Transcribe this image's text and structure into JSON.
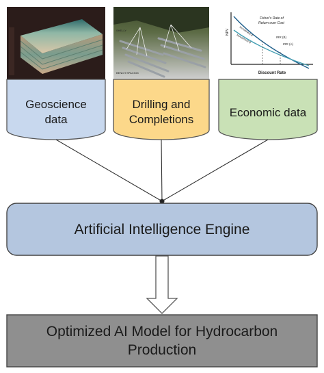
{
  "sources": [
    {
      "label_lines": [
        "Geoscience",
        "data"
      ],
      "color": "#c8d8ee",
      "image": "3d-seismic-volume"
    },
    {
      "label_lines": [
        "Drilling and",
        "Completions"
      ],
      "color": "#fcd88a",
      "image": "well-pad-field-render"
    },
    {
      "label_lines": [
        "Economic data"
      ],
      "color": "#c9e1b6",
      "image": "npv-discount-rate-chart"
    }
  ],
  "npv_chart": {
    "ylabel": "NPV",
    "xlabel": "Discount Rate",
    "annotation": [
      "Fisher's Rate of",
      "Return over Cost"
    ],
    "series": [
      "Investment A",
      "Investment B"
    ],
    "irr_labels": [
      "IRR (B)",
      "IRR (A)"
    ]
  },
  "engine": {
    "label": "Artificial Intelligence Engine",
    "color": "#b4c6df"
  },
  "output": {
    "label_lines": [
      "Optimized AI Model for Hydrocarbon",
      "Production"
    ],
    "color": "#8f8f8f"
  },
  "drilling_image_tags": [
    "SHELLY",
    "BENCH SPACING"
  ]
}
